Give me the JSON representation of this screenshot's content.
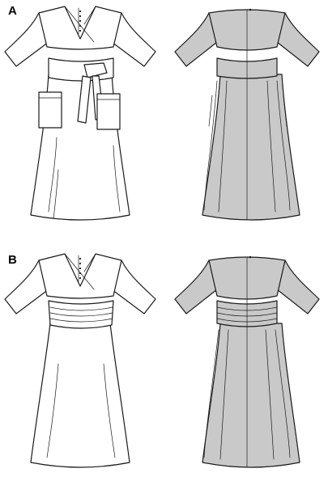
{
  "views": [
    {
      "label": "A",
      "variant": "tie belt with patch pockets"
    },
    {
      "label": "B",
      "variant": "gathered cummerbund waistband"
    }
  ],
  "colors": {
    "outline": "#1a1a1a",
    "front_fill": "#ffffff",
    "back_fill": "#c9c9c9",
    "shade": "#e2e2e2"
  }
}
